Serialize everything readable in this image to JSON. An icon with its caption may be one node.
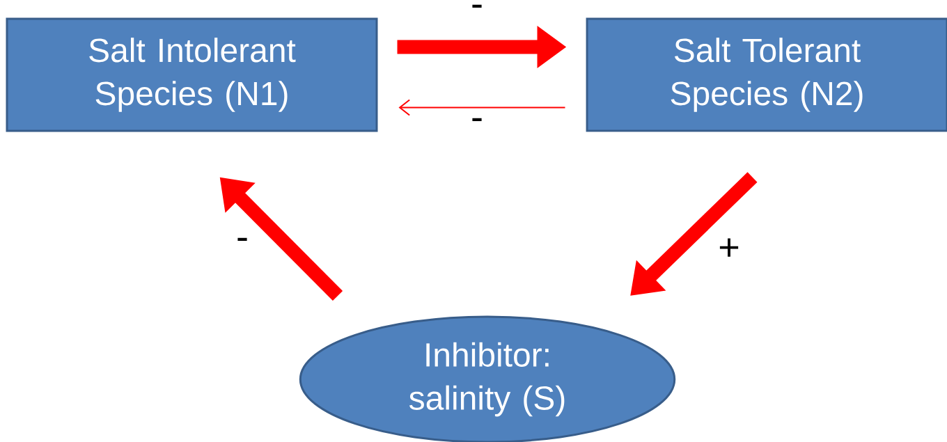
{
  "diagram": {
    "nodes": [
      {
        "text": [
          "Salt Intolerant Species (N1)"
        ]
      },
      {
        "text": [
          "Salt Tolerant Species (N2)"
        ]
      },
      {
        "text": [
          "Inhibitor: salinity (S)"
        ]
      }
    ],
    "edges": [
      {
        "from": 0,
        "to": 1,
        "arrow": "to",
        "label": "-"
      },
      {
        "from": 1,
        "to": 0,
        "arrow": "to",
        "label": "-"
      },
      {
        "from": 2,
        "to": 0,
        "arrow": "to",
        "label": "-"
      },
      {
        "from": 1,
        "to": 2,
        "arrow": "to",
        "label": "+"
      }
    ]
  }
}
